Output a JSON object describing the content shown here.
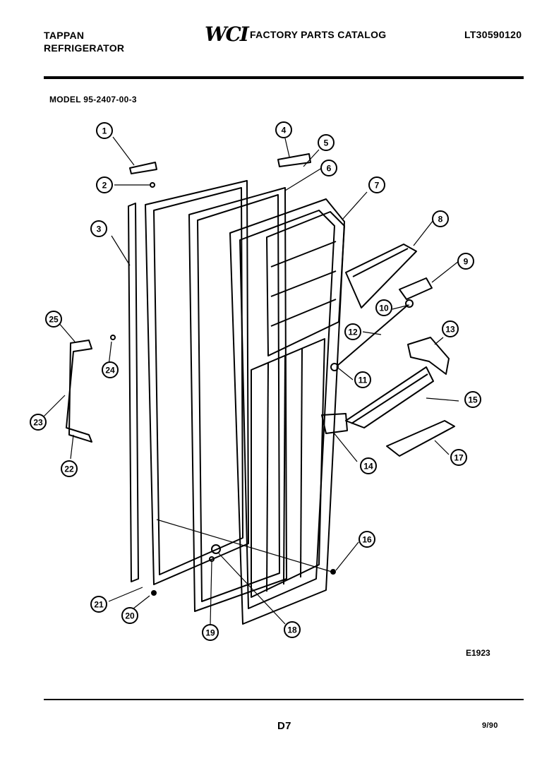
{
  "header": {
    "brand": "TAPPAN",
    "product": "REFRIGERATOR",
    "logo": "WCI",
    "catalog_title": "FACTORY PARTS CATALOG",
    "catalog_number": "LT30590120",
    "model": "MODEL 95-2407-00-3"
  },
  "diagram": {
    "figure_code": "E1923",
    "callouts": [
      "1",
      "2",
      "3",
      "4",
      "5",
      "6",
      "7",
      "8",
      "9",
      "10",
      "11",
      "12",
      "13",
      "14",
      "15",
      "16",
      "17",
      "18",
      "19",
      "20",
      "21",
      "22",
      "23",
      "24",
      "25"
    ]
  },
  "footer": {
    "page": "D7",
    "date": "9/90"
  }
}
